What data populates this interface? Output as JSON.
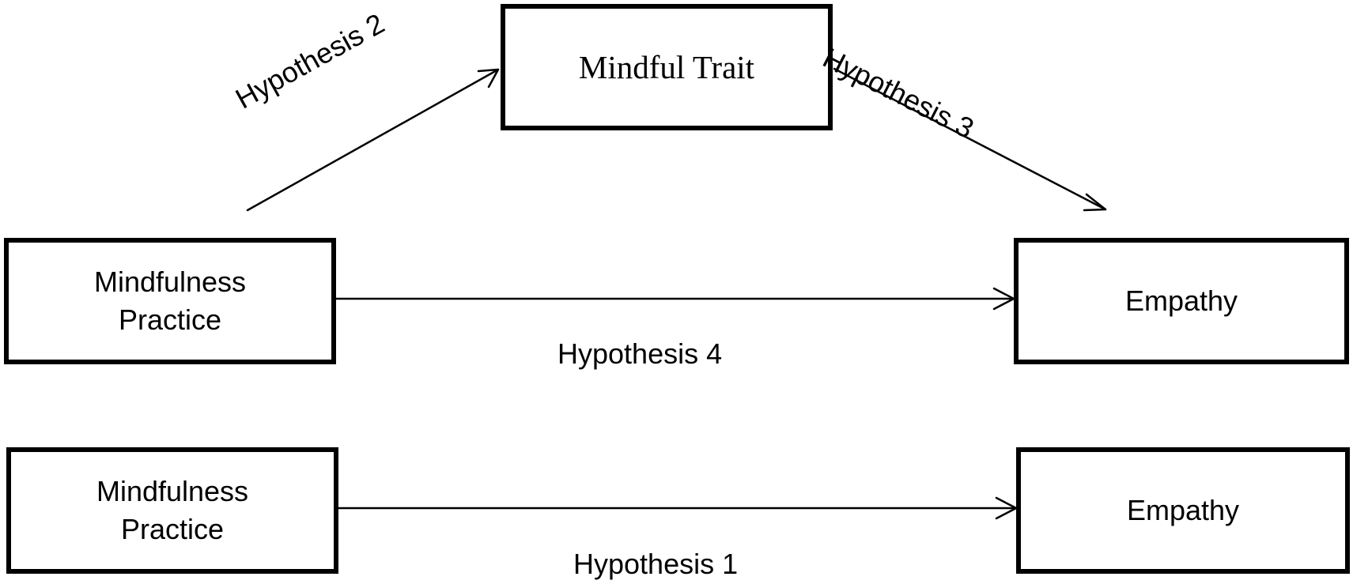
{
  "top_model": {
    "mediator": {
      "label": "Mindful Trait"
    },
    "predictor": {
      "label": "Mindfulness\nPractice"
    },
    "outcome": {
      "label": "Empathy"
    },
    "hypotheses": {
      "h2": "Hypothesis 2",
      "h3": "Hypothesis 3",
      "h4": "Hypothesis 4"
    }
  },
  "bottom_model": {
    "predictor": {
      "label": "Mindfulness\nPractice"
    },
    "outcome": {
      "label": "Empathy"
    },
    "hypotheses": {
      "h1": "Hypothesis 1"
    }
  },
  "colors": {
    "stroke": "#000000",
    "background": "#ffffff"
  }
}
